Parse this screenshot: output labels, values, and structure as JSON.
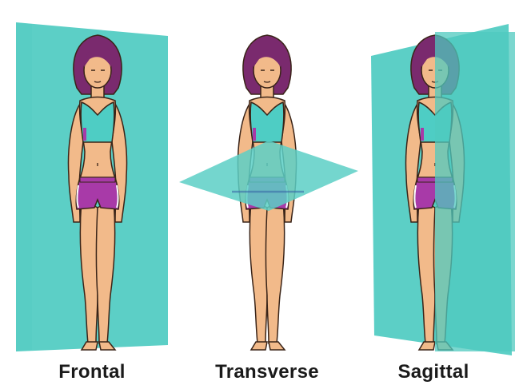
{
  "planes": [
    {
      "id": "frontal",
      "label": "Frontal"
    },
    {
      "id": "transverse",
      "label": "Transverse"
    },
    {
      "id": "sagittal",
      "label": "Sagittal"
    }
  ],
  "colors": {
    "plane": "#5ccfc6",
    "plane_overlay": "#4fc9bf",
    "skin": "#f2ba8a",
    "skin_shade": "#e09a68",
    "hair": "#7a2a6e",
    "top": "#4ecdc4",
    "shorts": "#a83aa8",
    "shorts_stripe": "#ffffff",
    "outline": "#3a2418",
    "background": "#ffffff"
  }
}
